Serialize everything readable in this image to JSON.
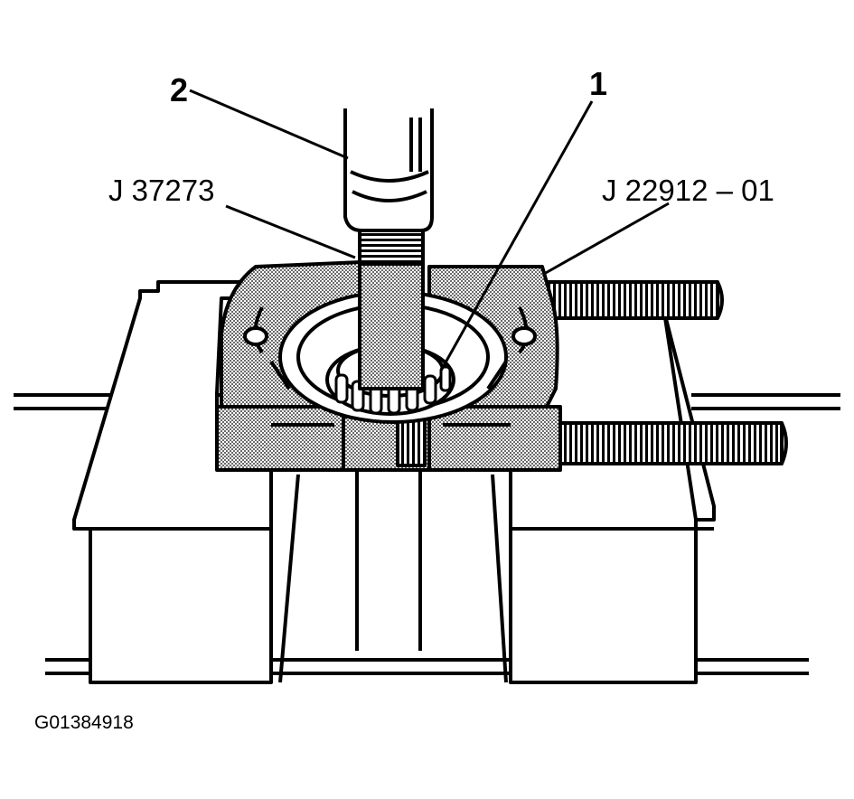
{
  "diagram": {
    "callouts": {
      "part_1": "1",
      "part_2": "2",
      "tool_a": "J 37273",
      "tool_b": "J 22912 – 01"
    },
    "figure_id": "G01384918"
  },
  "colors": {
    "ink": "#000000",
    "paper": "#ffffff",
    "stipple": "#9a9a9a"
  }
}
